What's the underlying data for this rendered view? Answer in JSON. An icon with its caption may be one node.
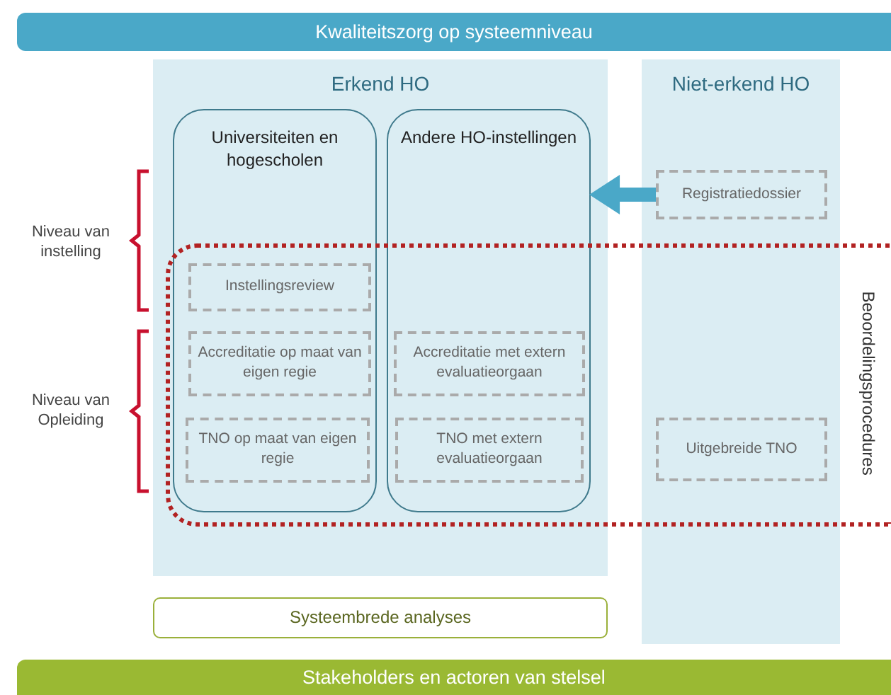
{
  "diagram": {
    "nodes": [
      {
        "text": [
          "Kwaliteitszorg op systeemniveau"
        ]
      },
      {
        "text": [
          "Erkend HO"
        ]
      },
      {
        "text": [
          "Universiteiten en hogescholen"
        ],
        "in": 1
      },
      {
        "text": [
          "Instellingsreview"
        ]
      },
      {
        "text": [
          "Accreditatie op maat van eigen regie"
        ]
      },
      {
        "text": [
          "TNO op maat van eigen regie"
        ]
      },
      {
        "text": [
          "Andere HO-instellingen"
        ],
        "in": 1
      },
      {
        "text": [
          "Accreditatie met extern evaluatieorgaan"
        ]
      },
      {
        "text": [
          "TNO met extern evaluatieorgaan"
        ]
      },
      {
        "text": [
          "Niet-erkend HO"
        ]
      },
      {
        "text": [
          "Registratiedossier"
        ],
        "in": 9
      },
      {
        "text": [
          "Uitgebreide TNO"
        ]
      },
      {
        "text": [
          "Beoordelingsprocedures"
        ]
      },
      {
        "text": [
          "Systeembrede analyses"
        ]
      },
      {
        "text": [
          "Stakeholders en actoren van stelsel"
        ]
      }
    ],
    "edges": [
      {
        "from": 10,
        "to": 6,
        "arrow": "to",
        "color": "#4aa8c8"
      }
    ],
    "labels": [
      "Niveau van instelling",
      "Niveau van Opleiding"
    ]
  }
}
